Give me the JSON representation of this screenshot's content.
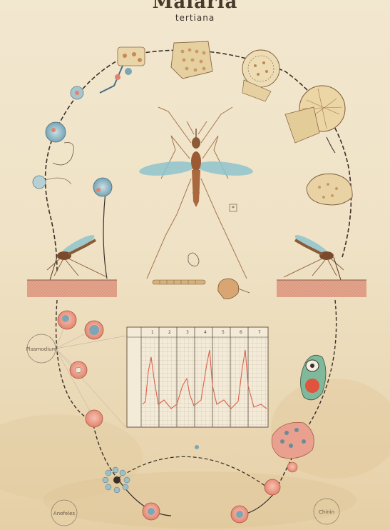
{
  "poster": {
    "title": "Malaria",
    "subtitle": "tertiana"
  },
  "chart": {
    "day_labels": [
      "1",
      "2",
      "3",
      "4",
      "5",
      "6",
      "7"
    ]
  },
  "labels": {
    "left_small_circle": "Plasmodium",
    "bottom_left_circle": "Anofeles",
    "bottom_right_circle": "Chinin"
  },
  "colors": {
    "paper": "#efe3c9",
    "cycle_line": "#3a2f28",
    "blood_cell": "#e8927e",
    "parasite_blue": "#7aa6b5",
    "skin": "#e4a28b",
    "mosquito_body": "#9a5a34",
    "wing_blue": "#8ec3cc"
  },
  "icons": [
    "mosquito-icon",
    "blood-cell-icon",
    "oocyst-icon",
    "larva-icon",
    "pupa-icon",
    "temperature-chart-icon"
  ]
}
